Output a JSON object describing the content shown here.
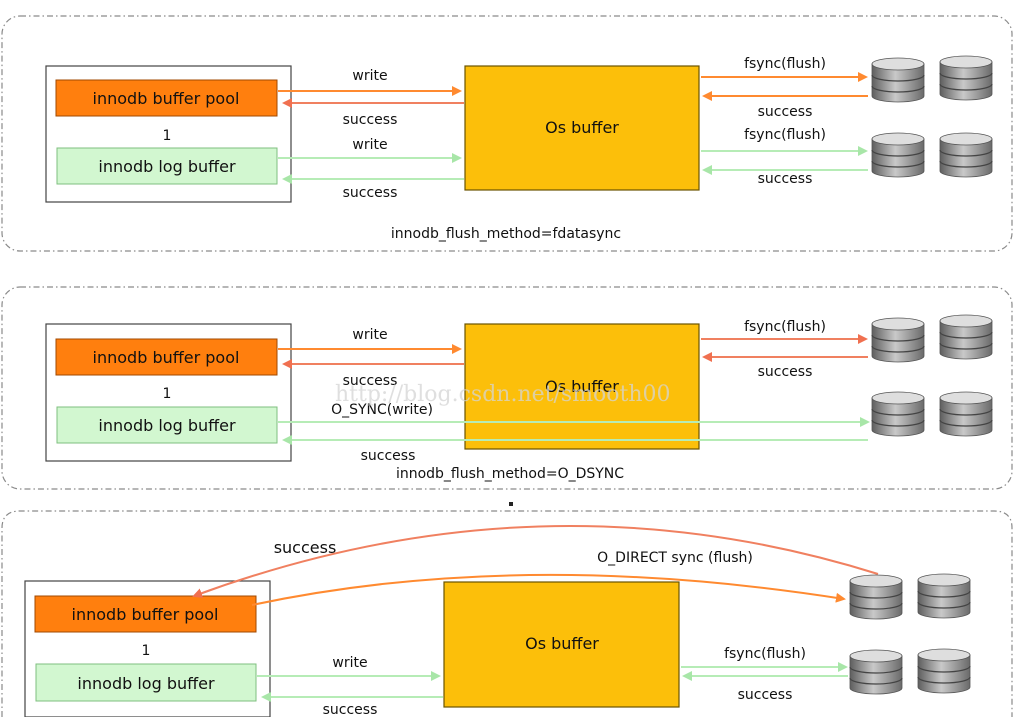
{
  "labels": {
    "pool": "innodb buffer pool",
    "log": "innodb log buffer",
    "os": "Os buffer",
    "one": "1",
    "write": "write",
    "success": "success",
    "fsync": "fsync(flush)",
    "osync_write": "O_SYNC(write)",
    "odirect": "O_DIRECT  sync (flush)"
  },
  "panels": [
    {
      "id": "p1",
      "caption": "innodb_flush_method=fdatasync"
    },
    {
      "id": "p2",
      "caption": "innodb_flush_method=O_DSYNC"
    },
    {
      "id": "p3",
      "caption": ""
    }
  ],
  "watermark": "http://blog.csdn.net/smooth00",
  "colors": {
    "buffer_pool": "#ff7f0e",
    "log_buffer": "#d2f7d0",
    "os_buffer": "#fcbf0a",
    "orange_arrow": "#ff8a30",
    "green_arrow": "#b6ecb6"
  },
  "icons": [
    "database-icon"
  ]
}
